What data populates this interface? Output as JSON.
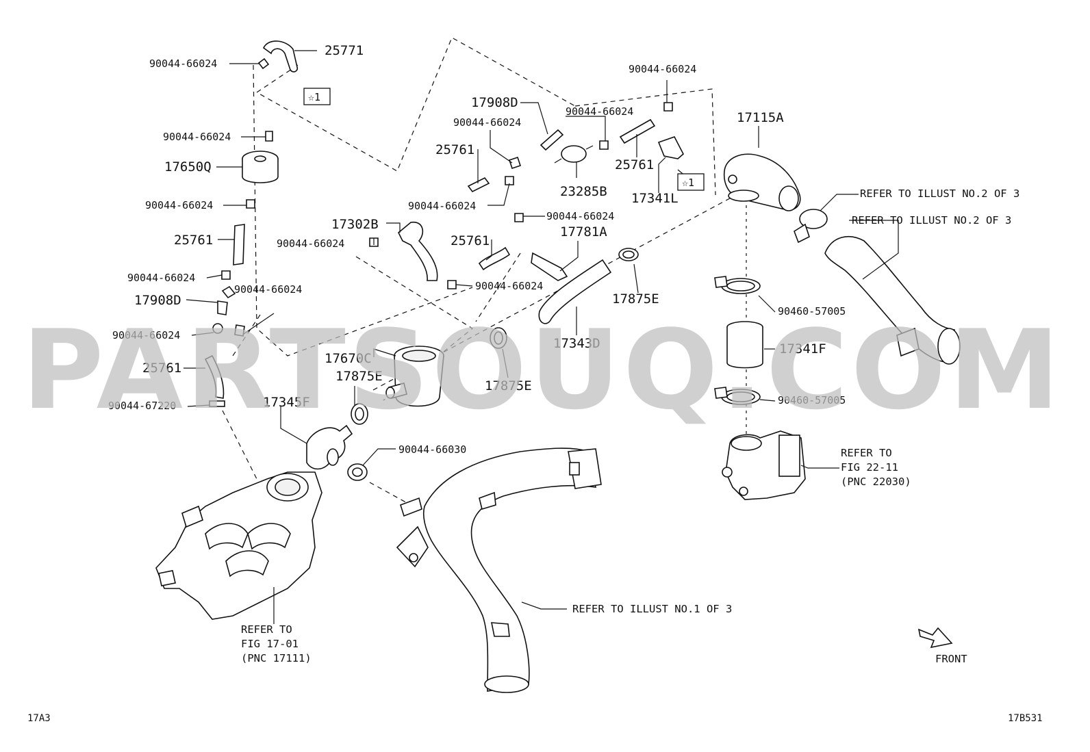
{
  "watermark": "PARTSOUQ.COM",
  "part_numbers": {
    "p25771": "25771",
    "p17908D_top": "17908D",
    "p17115A": "17115A",
    "p17650Q": "17650Q",
    "p25761_a": "25761",
    "p25761_b": "25761",
    "p25761_c": "25761",
    "p25761_d": "25761",
    "p25761_e": "25761",
    "p23285B": "23285B",
    "p17341L": "17341L",
    "p17302B": "17302B",
    "p17781A": "17781A",
    "p17908D_left": "17908D",
    "p17875E_a": "17875E",
    "p17875E_b": "17875E",
    "p17875E_c": "17875E",
    "p17343D": "17343D",
    "p17670C": "17670C",
    "p17345F": "17345F",
    "p17341F": "17341F"
  },
  "clamps": {
    "c1": "90044-66024",
    "c2": "90044-66024",
    "c3": "90044-66024",
    "c4": "90044-66024",
    "c5": "90044-66024",
    "c6": "90044-66024",
    "c7": "90044-66024",
    "c8": "90044-66024",
    "c9": "90044-66024",
    "c10": "90044-66024",
    "c11": "90044-66024",
    "c12": "90044-66024",
    "c13": "90044-66024",
    "c14": "90044-67220",
    "c15": "90044-66030",
    "c16": "90460-57005",
    "c17": "90460-57005"
  },
  "marks": {
    "star_a": "☆1",
    "star_b": "☆1"
  },
  "refers": {
    "illust2_a": "REFER TO ILLUST NO.2 OF 3",
    "illust2_b": "REFER TO ILLUST NO.2 OF 3",
    "illust1": "REFER TO ILLUST NO.1 OF 3",
    "fig22_l1": "REFER TO",
    "fig22_l2": "FIG 22-11",
    "fig22_l3": "(PNC 22030)",
    "fig17_l1": "REFER TO",
    "fig17_l2": "FIG 17-01",
    "fig17_l3": "(PNC 17111)"
  },
  "front_label": "FRONT",
  "corner_left": "17A3",
  "corner_right": "17B531"
}
